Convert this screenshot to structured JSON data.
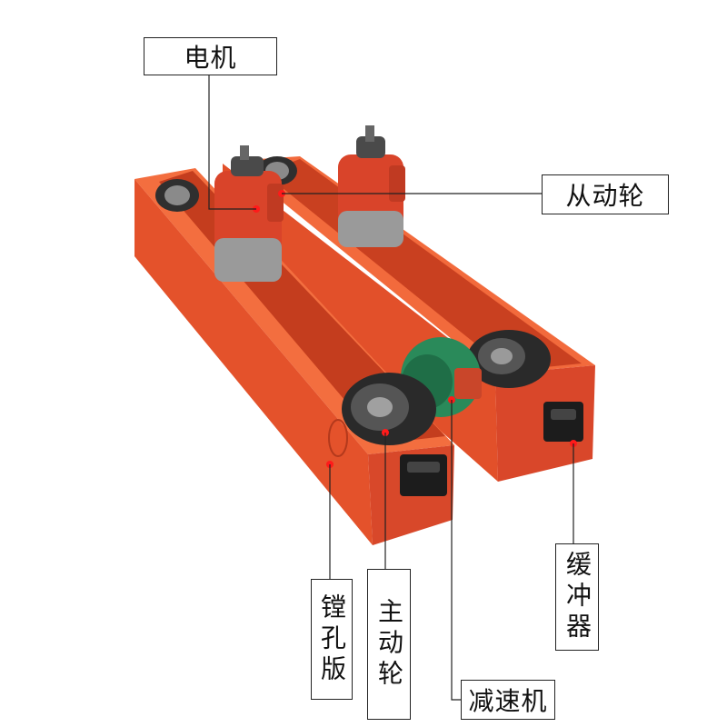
{
  "labels": {
    "motor": "电机",
    "driven_wheel": "从动轮",
    "bore_plate": "镗孔版",
    "drive_wheel": "主动轮",
    "reducer": "减速机",
    "buffer": "缓冲器"
  },
  "colors": {
    "beam": "#e8502a",
    "beam_dark": "#c23d1c",
    "beam_light": "#f2703f",
    "motor": "#d9442a",
    "reducer": "#2a8a5a",
    "wheel": "#3a3a3a",
    "buffer": "#1c1c1c",
    "marker": "#ff1a1a"
  }
}
